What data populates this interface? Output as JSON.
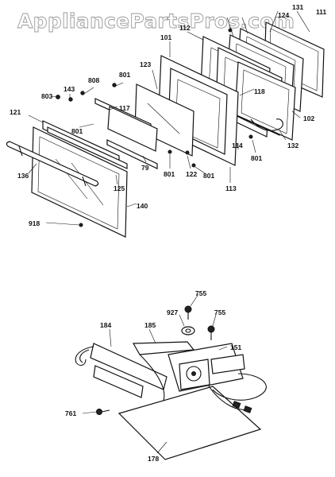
{
  "watermark": "AppliancePartsPros.com",
  "door_assembly": {
    "callouts": [
      "131",
      "111",
      "124",
      "112",
      "101",
      "118",
      "123",
      "801",
      "808",
      "143",
      "803",
      "117",
      "121",
      "801",
      "102",
      "132",
      "114",
      "801",
      "79",
      "801",
      "122",
      "801",
      "125",
      "136",
      "113",
      "140",
      "918"
    ]
  },
  "hinge_assembly": {
    "callouts": [
      "755",
      "927",
      "755",
      "184",
      "185",
      "151",
      "761",
      "178"
    ]
  }
}
